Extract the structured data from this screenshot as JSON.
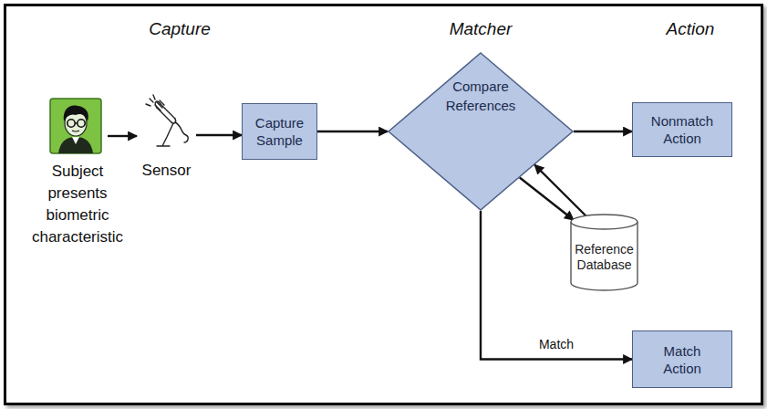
{
  "diagram": {
    "nodes": [
      {
        "text": [
          "Subject presents biometric characteristic"
        ]
      },
      {
        "text": [
          "Sensor"
        ]
      },
      {
        "text": [
          "Capture Sample"
        ]
      },
      {
        "text": [
          "Compare References"
        ]
      },
      {
        "text": [
          "Nonmatch Action"
        ]
      },
      {
        "text": [
          "Reference Database"
        ]
      },
      {
        "text": [
          "Match Action"
        ]
      }
    ],
    "edges": [
      {
        "from": 0,
        "to": 1,
        "arrow": "to"
      },
      {
        "from": 1,
        "to": 2,
        "arrow": "to"
      },
      {
        "from": 2,
        "to": 3,
        "arrow": "to"
      },
      {
        "from": 3,
        "to": 4,
        "arrow": "to"
      },
      {
        "from": 3,
        "to": 5,
        "arrow": "to"
      },
      {
        "from": 5,
        "to": 3,
        "arrow": "to"
      },
      {
        "from": 3,
        "to": 6,
        "label": "Match",
        "arrow": "to"
      }
    ],
    "labels": [
      "Capture",
      "Matcher",
      "Action"
    ]
  }
}
